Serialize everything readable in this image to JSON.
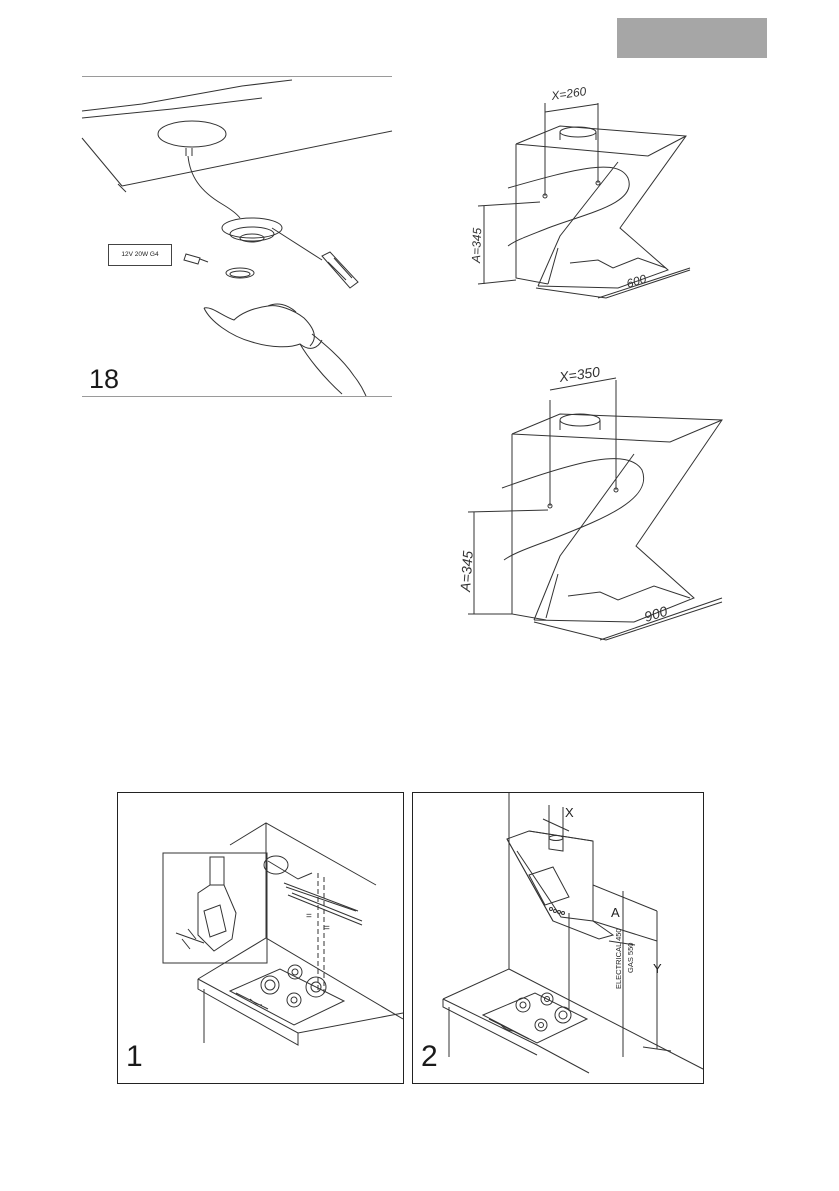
{
  "header": {
    "tab_color": "#a6a6a6"
  },
  "figure18": {
    "number": "18",
    "bulb_spec": "12V  20W  G4",
    "icons": [
      "lamp-cover-icon",
      "screwdriver-icon",
      "hand-icon",
      "bulb-icon"
    ]
  },
  "hood_small": {
    "x_label": "X=260",
    "a_label": "A=345",
    "width_label": "600"
  },
  "hood_large": {
    "x_label": "X=350",
    "a_label": "A=345",
    "width_label": "900"
  },
  "panel1": {
    "number": "1",
    "equal_mark_1": "=",
    "equal_mark_2": "="
  },
  "panel2": {
    "number": "2",
    "label_x": "X",
    "label_a": "A",
    "label_y": "Y",
    "label_electrical": "ELECTRICAL 450",
    "label_gas": "GAS 550"
  }
}
